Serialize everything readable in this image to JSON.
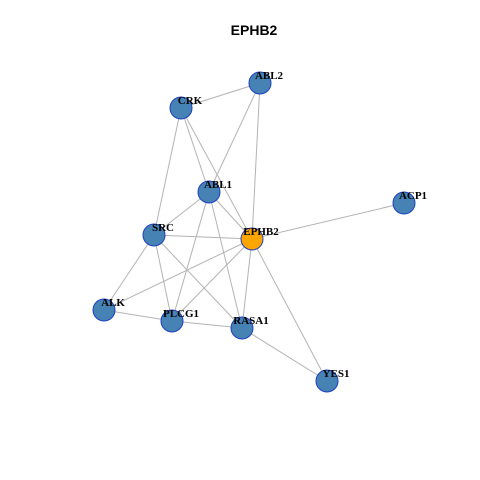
{
  "title": "EPHB2",
  "colors": {
    "node_fill": "#4682b4",
    "center_fill": "#ffa500",
    "node_border": "#1f3fbf",
    "edge": "#b3b3b3"
  },
  "nodes": [
    {
      "id": "ABL2",
      "label": "ABL2",
      "center": false
    },
    {
      "id": "CRK",
      "label": "CRK",
      "center": false
    },
    {
      "id": "ABL1",
      "label": "ABL1",
      "center": false
    },
    {
      "id": "ACP1",
      "label": "ACP1",
      "center": false
    },
    {
      "id": "SRC",
      "label": "SRC",
      "center": false
    },
    {
      "id": "EPHB2",
      "label": "EPHB2",
      "center": true
    },
    {
      "id": "ALK",
      "label": "ALK",
      "center": false
    },
    {
      "id": "PLCG1",
      "label": "PLCG1",
      "center": false
    },
    {
      "id": "RASA1",
      "label": "RASA1",
      "center": false
    },
    {
      "id": "YES1",
      "label": "YES1",
      "center": false
    }
  ],
  "edges": [
    [
      "ABL2",
      "CRK"
    ],
    [
      "ABL2",
      "ABL1"
    ],
    [
      "ABL2",
      "EPHB2"
    ],
    [
      "CRK",
      "SRC"
    ],
    [
      "CRK",
      "ABL1"
    ],
    [
      "CRK",
      "EPHB2"
    ],
    [
      "ABL1",
      "SRC"
    ],
    [
      "ABL1",
      "EPHB2"
    ],
    [
      "ABL1",
      "PLCG1"
    ],
    [
      "ABL1",
      "RASA1"
    ],
    [
      "ACP1",
      "EPHB2"
    ],
    [
      "SRC",
      "EPHB2"
    ],
    [
      "SRC",
      "ALK"
    ],
    [
      "SRC",
      "PLCG1"
    ],
    [
      "SRC",
      "RASA1"
    ],
    [
      "EPHB2",
      "ALK"
    ],
    [
      "EPHB2",
      "PLCG1"
    ],
    [
      "EPHB2",
      "RASA1"
    ],
    [
      "EPHB2",
      "YES1"
    ],
    [
      "ALK",
      "PLCG1"
    ],
    [
      "PLCG1",
      "RASA1"
    ],
    [
      "RASA1",
      "YES1"
    ]
  ]
}
